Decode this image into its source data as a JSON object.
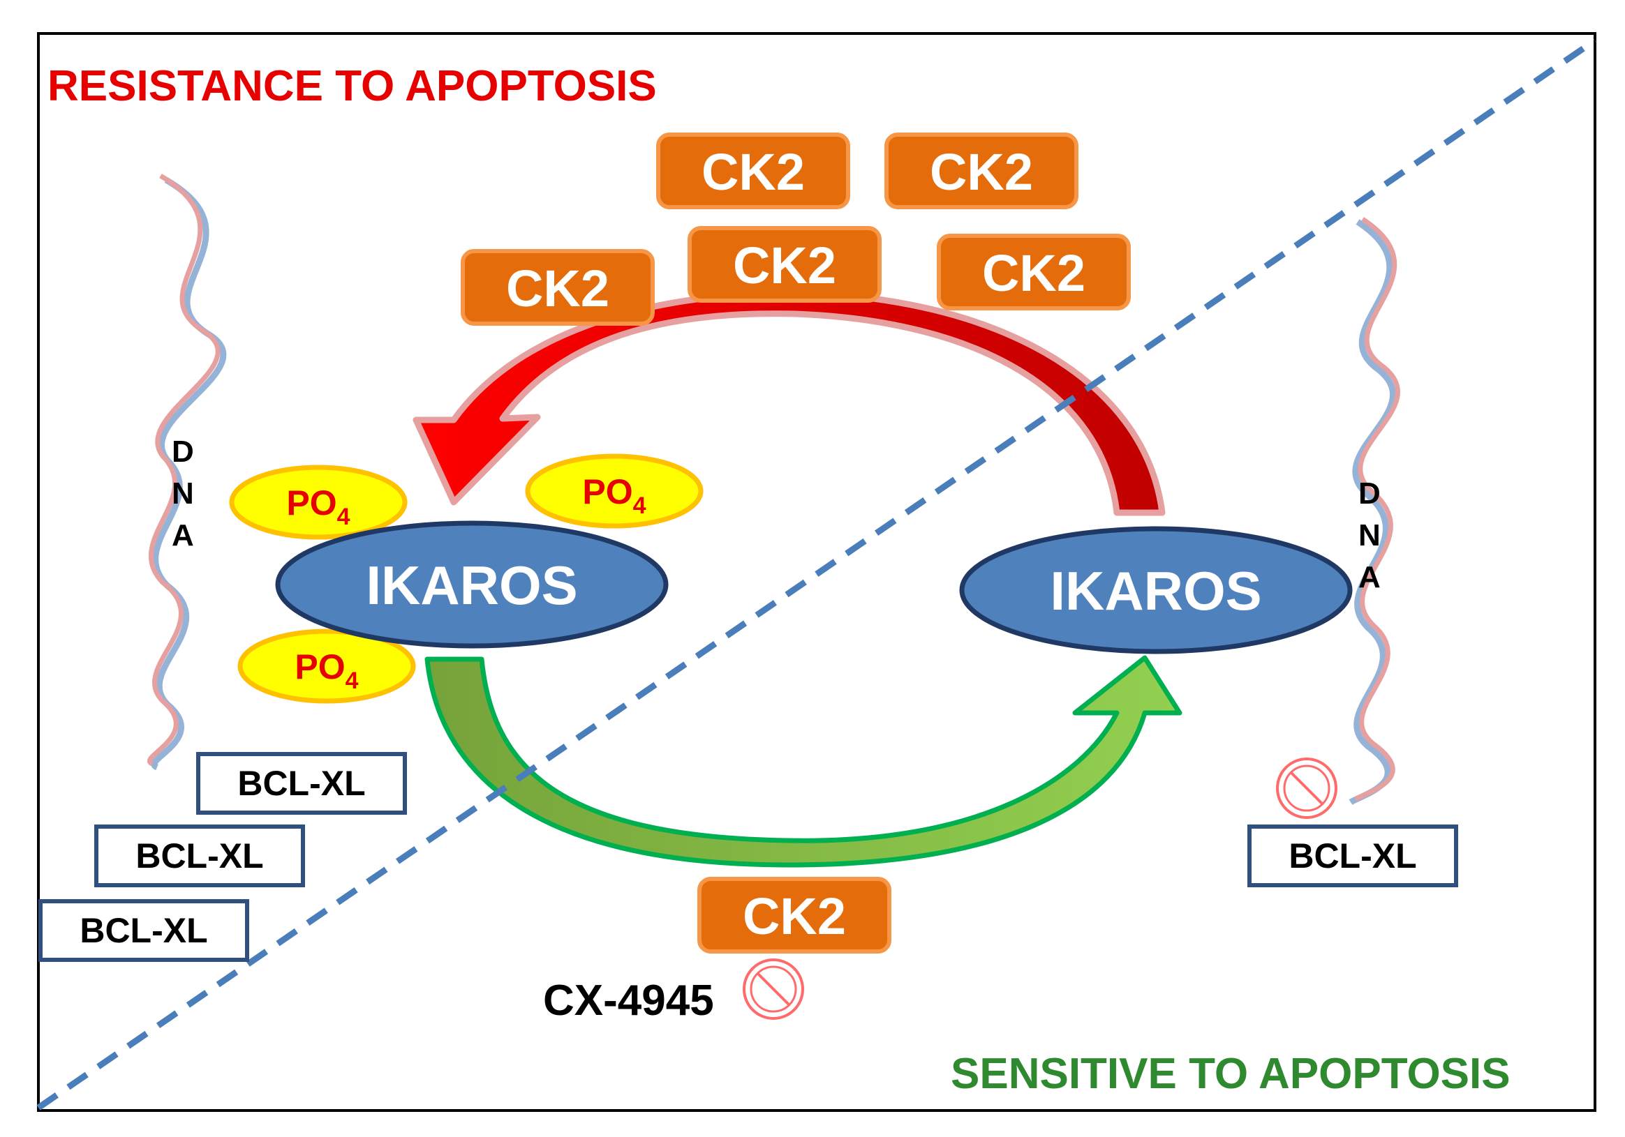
{
  "titles": {
    "top_left": "RESISTANCE TO APOPTOSIS",
    "bottom_right": "SENSITIVE TO APOPTOSIS"
  },
  "kinase": {
    "label": "CK2"
  },
  "phosphate": {
    "main": "PO",
    "subscript": "4"
  },
  "protein": {
    "label": "IKAROS"
  },
  "gene": {
    "label": "BCL-XL"
  },
  "dna": {
    "letters": [
      "D",
      "N",
      "A"
    ]
  },
  "inhibitor": {
    "label": "CX-4945"
  },
  "colors": {
    "red_title": "#e60000",
    "green_title": "#2f8a2f",
    "ck2_fill": "#e46c0a",
    "ck2_border": "#f79646",
    "ikaros_fill": "#4f81bd",
    "ikaros_border": "#1f3864",
    "po4_fill": "#ffff00",
    "po4_border": "#ffc000",
    "divider": "#4a7ebb",
    "arrow_red": "#e60000",
    "arrow_green": "#92d050"
  },
  "icons": [
    "no-entry-icon"
  ]
}
